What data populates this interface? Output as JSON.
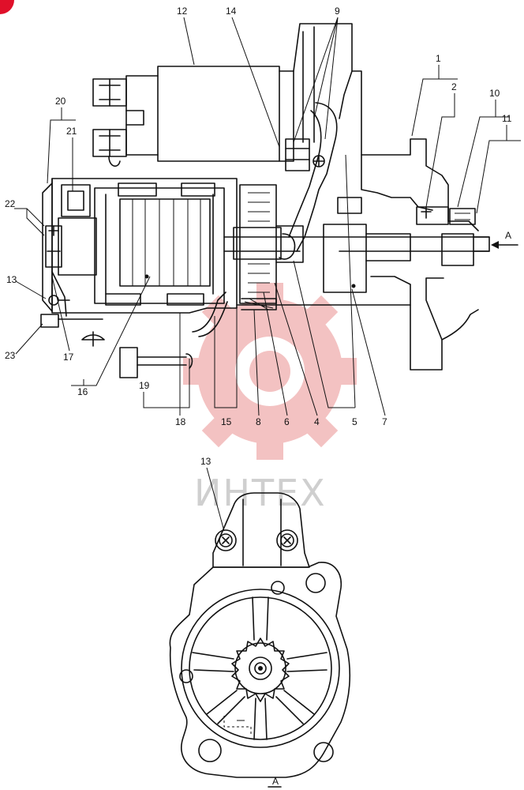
{
  "watermark": {
    "text": "ИНТЕХ",
    "gear_color": "#f2b8b8",
    "text_color": "#cfcfcf"
  },
  "corner_badge_color": "#e0102a",
  "callouts": {
    "c1": "1",
    "c2": "2",
    "c4": "4",
    "c5": "5",
    "c6": "6",
    "c7": "7",
    "c8": "8",
    "c9": "9",
    "c10": "10",
    "c11": "11",
    "c12": "12",
    "c13_side": "13",
    "c13_front": "13",
    "c14": "14",
    "c15": "15",
    "c16": "16",
    "c17": "17",
    "c18": "18",
    "c19": "19",
    "c20": "20",
    "c21": "21",
    "c22": "22",
    "c23": "23"
  },
  "view_arrow_label": "A",
  "view_title": "A"
}
